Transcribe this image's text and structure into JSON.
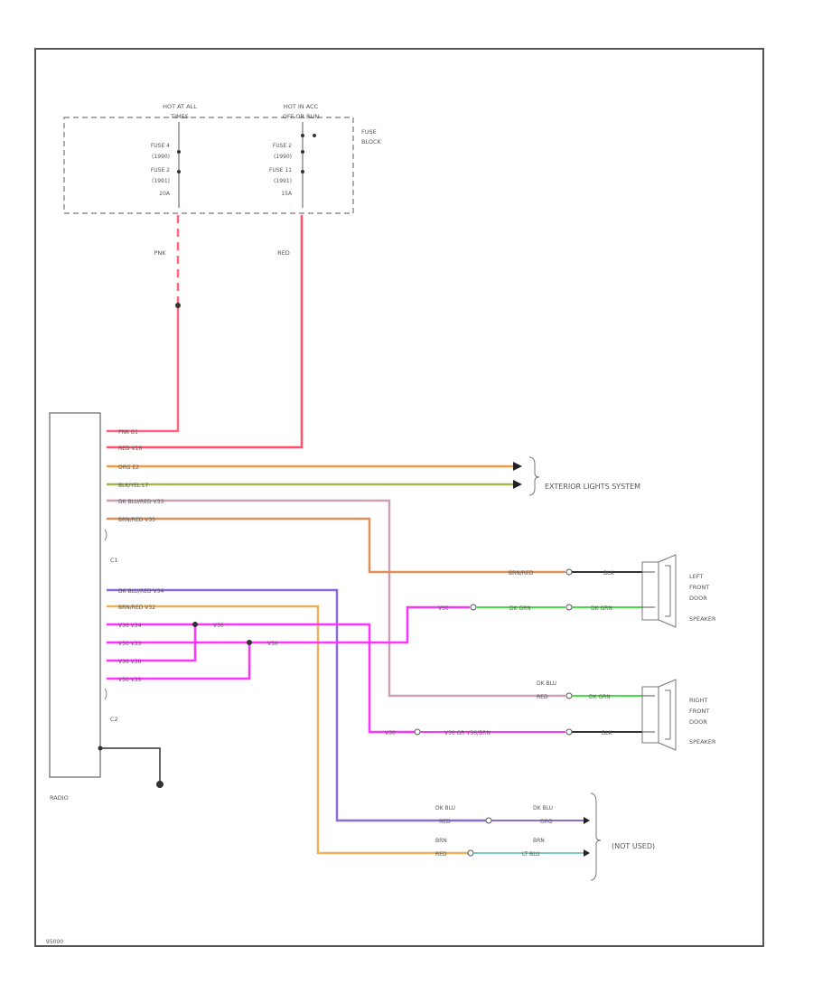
{
  "fuse_block": {
    "label_1": "FUSE",
    "label_2": "BLOCK",
    "feed_left": [
      "HOT AT ALL",
      "TIMES"
    ],
    "feed_right": [
      "HOT IN ACC",
      "OFF OR RUN"
    ],
    "fuse_left": [
      "FUSE 4",
      "(1990)",
      "FUSE 2",
      "(1991)",
      "20A"
    ],
    "fuse_right": [
      "FUSE 2",
      "(1990)",
      "FUSE 11",
      "(1991)",
      "15A"
    ]
  },
  "feed_wires": {
    "left": "PNK",
    "right": "RED"
  },
  "radio": {
    "label": "RADIO",
    "c1": "C1",
    "c2": "C2"
  },
  "c1_wires": [
    "PNK  B1",
    "RED  V16",
    "ORG  E2",
    "BLK/YEL  L7",
    "DK BLU/RED  V33",
    "BRN/RED  V35"
  ],
  "c2_wires": [
    "DK BLU/RED  V34",
    "BRN/RED  V32",
    "V30  V34",
    "V30  V33",
    "V30  V36",
    "V30  V35"
  ],
  "splice_labels": {
    "a": "V30",
    "b": "V30"
  },
  "exterior_lights": "EXTERIOR LIGHTS SYSTEM",
  "left_speaker": {
    "lines": [
      "LEFT",
      "FRONT",
      "DOOR",
      "SPEAKER"
    ],
    "wire_1a": "BRN/RED",
    "wire_1b": "BLK",
    "wire_2a": "V30",
    "wire_2b": "DK GRN",
    "wire_2c": "DK GRN"
  },
  "right_speaker": {
    "lines": [
      "RIGHT",
      "FRONT",
      "DOOR",
      "SPEAKER"
    ],
    "wire_1a": [
      "DK BLU",
      "RED"
    ],
    "wire_1b": "DK GRN",
    "wire_2a": "V30",
    "wire_2b": "V30  GR  V36/BRN",
    "wire_2c": "BLK"
  },
  "not_used": {
    "label": "(NOT USED)",
    "a_left": [
      "DK BLU",
      "RED"
    ],
    "a_right": [
      "DK BLU",
      "ORG"
    ],
    "b_left": [
      "BRN",
      "RED"
    ],
    "b_right": [
      "BRN",
      "LT BLU"
    ]
  },
  "footer_code": "95000",
  "colors": {
    "pink": "#ff6680",
    "red": "#ff4f6a",
    "orange": "#ff9a3c",
    "olive": "#a8b44a",
    "mauve": "#c9a0b8",
    "brown": "#e08e5c",
    "purple": "#8e6ad8",
    "tan": "#e8b45a",
    "magenta": "#ff33ff",
    "green": "#44dd44",
    "dark": "#333333",
    "frame": "#555555"
  }
}
